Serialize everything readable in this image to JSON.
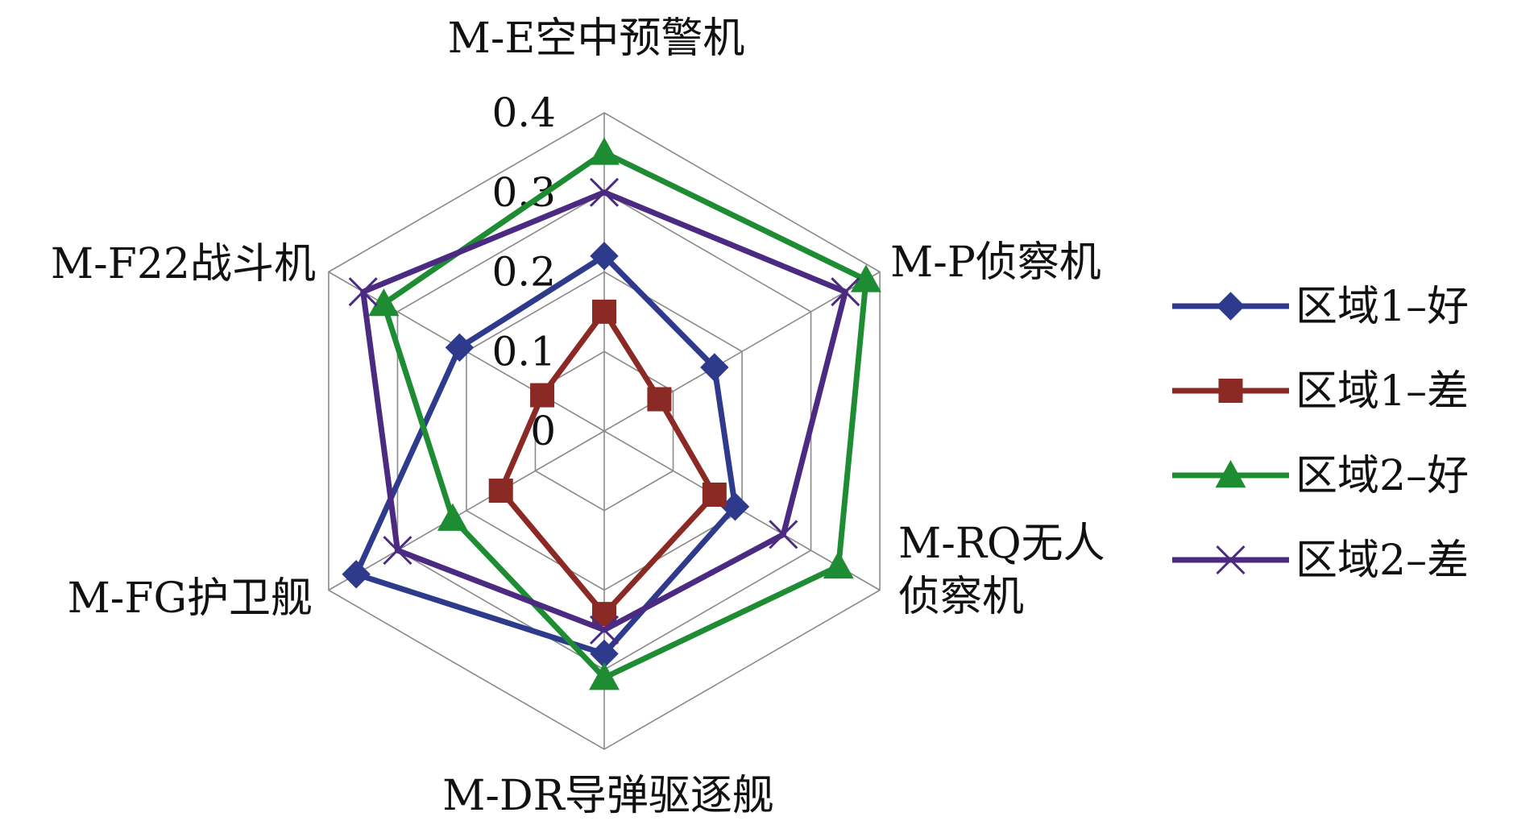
{
  "chart_data": {
    "type": "radar",
    "axes": [
      "M-E空中预警机",
      "M-P侦察机",
      "M-RQ无人侦察机",
      "M-DR导弹驱逐舰",
      "M-FG护卫舰",
      "M-F22战斗机"
    ],
    "axis_label_lines": [
      [
        "M-E空中预警机"
      ],
      [
        "M-P侦察机"
      ],
      [
        "M-RQ无人",
        "侦察机"
      ],
      [
        "M-DR导弹驱逐舰"
      ],
      [
        "M-FG护卫舰"
      ],
      [
        "M-F22战斗机"
      ]
    ],
    "ticks": [
      "0",
      "0.1",
      "0.2",
      "0.3",
      "0.4"
    ],
    "rlim": [
      0,
      0.4
    ],
    "grid": true,
    "legend_position": "right",
    "series": [
      {
        "name": "区域1–好",
        "color": "#2e3a8c",
        "marker": "diamond",
        "values": [
          0.22,
          0.16,
          0.19,
          0.28,
          0.36,
          0.21
        ]
      },
      {
        "name": "区域1–差",
        "color": "#8b2a24",
        "marker": "square",
        "values": [
          0.15,
          0.08,
          0.16,
          0.23,
          0.15,
          0.09
        ]
      },
      {
        "name": "区域2–好",
        "color": "#1e8c32",
        "marker": "triangle",
        "values": [
          0.35,
          0.38,
          0.34,
          0.31,
          0.22,
          0.32
        ]
      },
      {
        "name": "区域2–差",
        "color": "#4b2a82",
        "marker": "x",
        "values": [
          0.3,
          0.35,
          0.26,
          0.25,
          0.3,
          0.35
        ]
      }
    ]
  }
}
